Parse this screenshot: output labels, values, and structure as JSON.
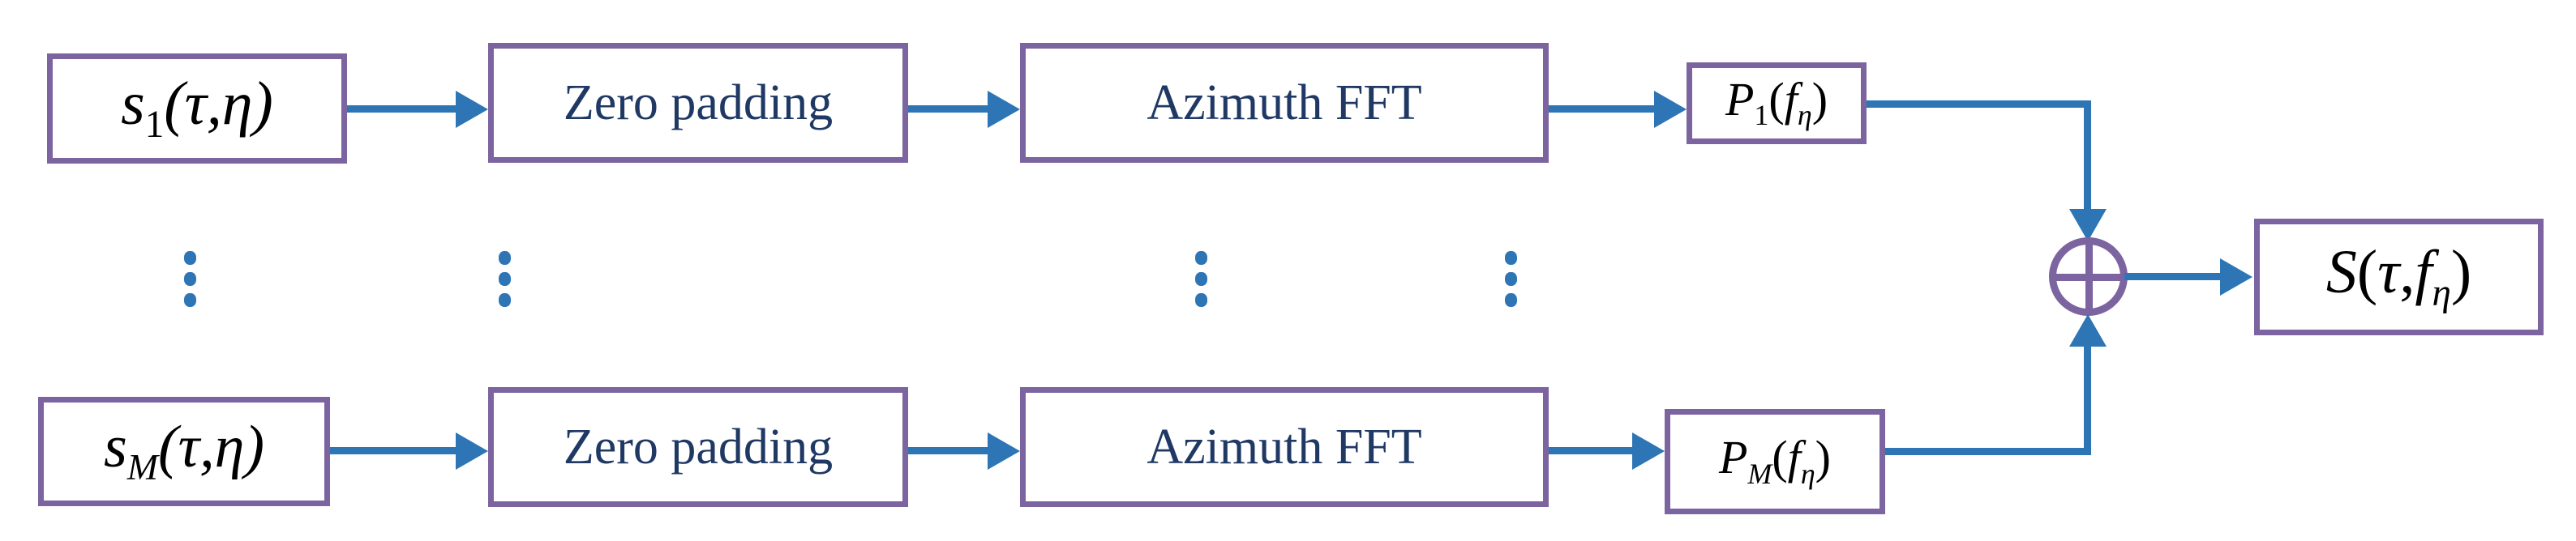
{
  "diagram": {
    "title": "Multi-channel azimuth spectrum reconstruction block diagram",
    "colors": {
      "box_border": "#7C64A0",
      "arrow": "#2E75B6",
      "text_label": "#1F3864",
      "text_math": "#000000",
      "background": "#FFFFFF"
    },
    "nodes": {
      "input_first": {
        "label": "s₁(τ,η)",
        "base": "s",
        "sub": "1",
        "args": "(τ,η)"
      },
      "input_last": {
        "label": "sₘ(τ,η)",
        "base": "s",
        "sub": "M",
        "args": "(τ,η)"
      },
      "zero_padding_top": {
        "label": "Zero padding"
      },
      "zero_padding_bottom": {
        "label": "Zero padding"
      },
      "azimuth_fft_top": {
        "label": "Azimuth FFT"
      },
      "azimuth_fft_bottom": {
        "label": "Azimuth FFT"
      },
      "spectrum_first": {
        "label": "P₁(fη)",
        "base": "P",
        "sub": "1",
        "args_open": "(",
        "arg": "f",
        "arg_sub": "η",
        "args_close": ")"
      },
      "spectrum_last": {
        "label": "Pₘ(fη)",
        "base": "P",
        "sub": "M",
        "args_open": "(",
        "arg": "f",
        "arg_sub": "η",
        "args_close": ")"
      },
      "summation": {
        "label": "⊕",
        "name": "summation-junction"
      },
      "output": {
        "label": "S(τ,fη)",
        "base": "S",
        "args_open": "(",
        "arg1": "τ",
        "comma": ",",
        "arg2": "f",
        "arg2_sub": "η",
        "args_close": ")"
      }
    },
    "ellipses": {
      "glyph": "⋮",
      "columns": [
        "input-column",
        "zero-padding-column",
        "azimuth-fft-column",
        "spectrum-column"
      ]
    },
    "connections": [
      {
        "from": "input_first",
        "to": "zero_padding_top",
        "kind": "arrow-right"
      },
      {
        "from": "zero_padding_top",
        "to": "azimuth_fft_top",
        "kind": "arrow-right"
      },
      {
        "from": "azimuth_fft_top",
        "to": "spectrum_first",
        "kind": "arrow-right"
      },
      {
        "from": "spectrum_first",
        "to": "summation",
        "kind": "elbow-down"
      },
      {
        "from": "input_last",
        "to": "zero_padding_bottom",
        "kind": "arrow-right"
      },
      {
        "from": "zero_padding_bottom",
        "to": "azimuth_fft_bottom",
        "kind": "arrow-right"
      },
      {
        "from": "azimuth_fft_bottom",
        "to": "spectrum_last",
        "kind": "arrow-right"
      },
      {
        "from": "spectrum_last",
        "to": "summation",
        "kind": "elbow-up"
      },
      {
        "from": "summation",
        "to": "output",
        "kind": "arrow-right"
      }
    ]
  }
}
